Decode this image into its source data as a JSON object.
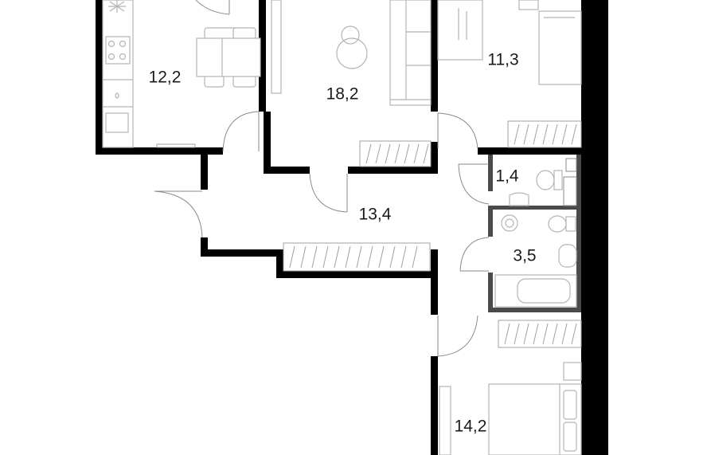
{
  "rooms": [
    {
      "id": "kitchen",
      "area": "12,2"
    },
    {
      "id": "living-room",
      "area": "18,2"
    },
    {
      "id": "bedroom-north",
      "area": "11,3"
    },
    {
      "id": "toilet",
      "area": "1,4"
    },
    {
      "id": "hallway",
      "area": "13,4"
    },
    {
      "id": "bathroom",
      "area": "3,5"
    },
    {
      "id": "bedroom-south",
      "area": "14,2"
    }
  ]
}
